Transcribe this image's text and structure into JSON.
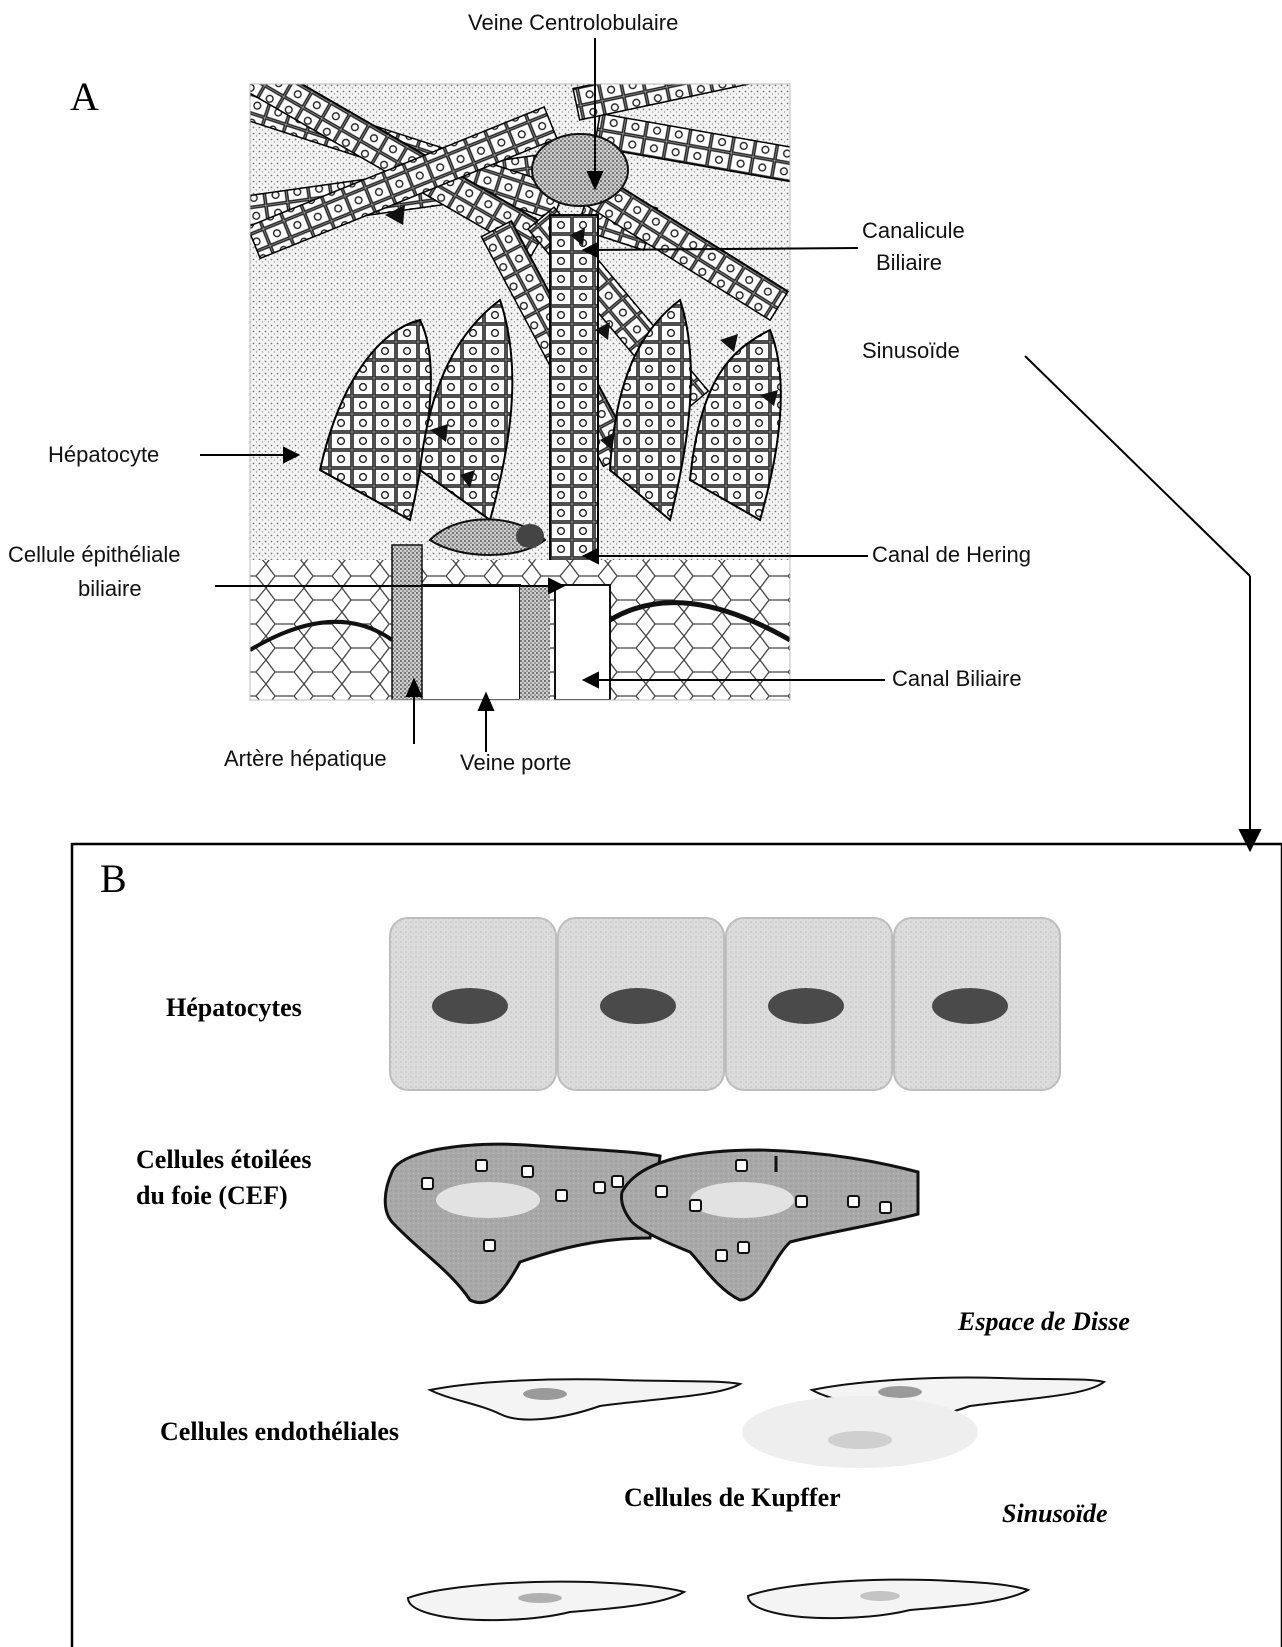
{
  "panel_a": {
    "letter": "A",
    "labels": {
      "central_vein": "Veine Centrolobulaire",
      "bile_canaliculus_1": "Canalicule",
      "bile_canaliculus_2": "Biliaire",
      "sinusoid": "Sinusoïde",
      "hepatocyte": "Hépatocyte",
      "biliary_epithelial_1": "Cellule épithéliale",
      "biliary_epithelial_2": "biliaire",
      "canal_of_hering": "Canal de Hering",
      "bile_duct": "Canal Biliaire",
      "hepatic_artery": "Artère hépatique",
      "portal_vein": "Veine porte"
    }
  },
  "panel_b": {
    "letter": "B",
    "labels": {
      "hepatocytes": "Hépatocytes",
      "stellate_1": "Cellules étoilées",
      "stellate_2": "du foie (CEF)",
      "space_of_disse": "Espace de Disse",
      "endothelial": "Cellules endothéliales",
      "kupffer": "Cellules de Kupffer",
      "sinusoid": "Sinusoïde"
    }
  },
  "colors": {
    "hepatocyte_fill": "#d9d9d9",
    "nucleus_fill": "#4a4a4a",
    "stellate_fill": "#a8a8a8",
    "line": "#000000"
  }
}
